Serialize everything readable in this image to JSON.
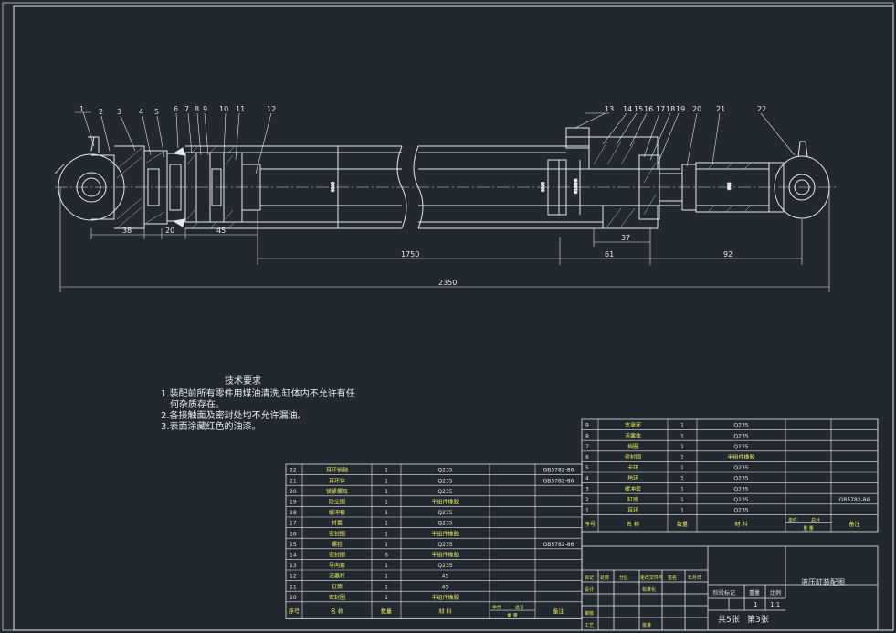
{
  "balloons": [
    "1",
    "2",
    "3",
    "4",
    "5",
    "6",
    "7",
    "8",
    "9",
    "10",
    "11",
    "12",
    "13",
    "14",
    "15",
    "16",
    "17",
    "18",
    "19",
    "20",
    "21",
    "22"
  ],
  "dimensions": {
    "d38": "38",
    "d20": "20",
    "d45": "45",
    "d1750": "1750",
    "d61": "61",
    "d37": "37",
    "d92": "92",
    "d2350": "2350"
  },
  "technical_requirements": {
    "title": "技术要求",
    "line1a": "1.装配前所有零件用煤油清洗,缸体内不允许有任",
    "line1b": "何杂质存在。",
    "line2": "2.各接触面及密封处均不允许漏油。",
    "line3": "3.表面涂藏红色的油漆。"
  },
  "bom_left": {
    "rows": [
      {
        "no": "22",
        "name": "耳环销轴",
        "qty": "1",
        "material": "Q235",
        "note": "GB5782-86"
      },
      {
        "no": "21",
        "name": "耳环体",
        "qty": "1",
        "material": "Q235",
        "note": "GB5782-86"
      },
      {
        "no": "20",
        "name": "锁紧螺母",
        "qty": "1",
        "material": "Q235",
        "note": ""
      },
      {
        "no": "19",
        "name": "防尘圈",
        "qty": "1",
        "material": "半组件橡胶",
        "note": ""
      },
      {
        "no": "18",
        "name": "缓冲套",
        "qty": "1",
        "material": "Q235",
        "note": ""
      },
      {
        "no": "17",
        "name": "衬套",
        "qty": "1",
        "material": "Q235",
        "note": ""
      },
      {
        "no": "16",
        "name": "密封圈",
        "qty": "1",
        "material": "半组件橡胶",
        "note": ""
      },
      {
        "no": "15",
        "name": "螺栓",
        "qty": "1",
        "material": "Q235",
        "note": "GB5782-86"
      },
      {
        "no": "14",
        "name": "密封圈",
        "qty": "6",
        "material": "半组件橡胶",
        "note": ""
      },
      {
        "no": "13",
        "name": "导向套",
        "qty": "1",
        "material": "Q235",
        "note": ""
      },
      {
        "no": "12",
        "name": "活塞杆",
        "qty": "1",
        "material": "45",
        "note": ""
      },
      {
        "no": "11",
        "name": "缸筒",
        "qty": "1",
        "material": "45",
        "note": ""
      },
      {
        "no": "10",
        "name": "密封圈",
        "qty": "1",
        "material": "半组件橡胶",
        "note": ""
      }
    ],
    "header": {
      "no": "序号",
      "name": "名  称",
      "qty": "数量",
      "material": "材  料",
      "w1": "单件",
      "w2": "总计",
      "weight": "重 量",
      "note": "备注"
    }
  },
  "bom_right": {
    "rows": [
      {
        "no": "9",
        "name": "支承环",
        "qty": "1",
        "material": "Q235",
        "note": ""
      },
      {
        "no": "8",
        "name": "活塞体",
        "qty": "1",
        "material": "Q235",
        "note": ""
      },
      {
        "no": "7",
        "name": "挡圈",
        "qty": "1",
        "material": "Q235",
        "note": ""
      },
      {
        "no": "6",
        "name": "密封圈",
        "qty": "1",
        "material": "半组件橡胶",
        "note": ""
      },
      {
        "no": "5",
        "name": "卡环",
        "qty": "1",
        "material": "Q235",
        "note": ""
      },
      {
        "no": "4",
        "name": "挡环",
        "qty": "1",
        "material": "Q235",
        "note": ""
      },
      {
        "no": "3",
        "name": "缓冲套",
        "qty": "1",
        "material": "Q235",
        "note": ""
      },
      {
        "no": "2",
        "name": "缸底",
        "qty": "1",
        "material": "Q235",
        "note": "GB5782-86"
      },
      {
        "no": "1",
        "name": "耳环",
        "qty": "1",
        "material": "Q235",
        "note": ""
      }
    ],
    "header": {
      "no": "序号",
      "name": "名  称",
      "qty": "数量",
      "material": "材  料",
      "w1": "单件",
      "w2": "总计",
      "weight": "重 量",
      "note": "备注"
    }
  },
  "title_block": {
    "drawing_name": "液压缸装配图",
    "stage_mark": "阶段标记",
    "weight": "重量",
    "scale": "比例",
    "qty_value": "1",
    "scale_value": "1:1",
    "sheets": "共5张",
    "sheet_no": "第3张",
    "r1": [
      "标记",
      "处数",
      "分区",
      "更改文件号",
      "签名",
      "年月日"
    ],
    "r2": [
      "设计",
      "",
      "",
      "标准化",
      "",
      ""
    ],
    "r3": [
      "审核",
      "",
      "",
      "",
      ""
    ],
    "r4": [
      "工艺",
      "",
      "",
      "批准",
      ""
    ]
  },
  "colors": {
    "line": "#e8e8e8",
    "yellow": "#f0f060",
    "background": "#212830",
    "hatch": "#c8c8c8"
  }
}
